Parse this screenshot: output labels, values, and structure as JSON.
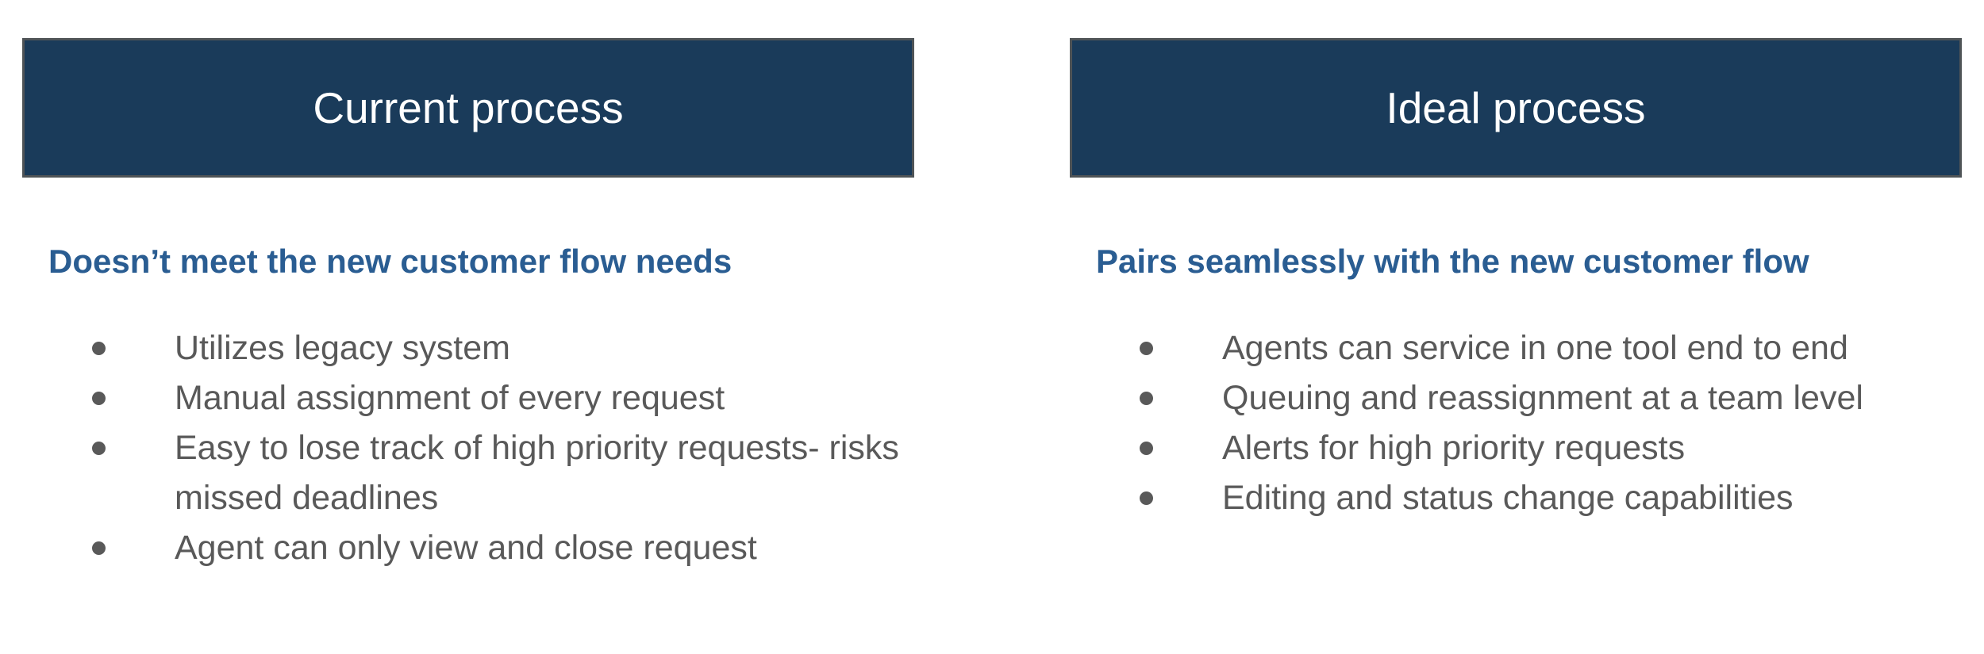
{
  "current": {
    "header": "Current process",
    "subtitle": "Doesn’t meet the new customer flow needs",
    "bullets": [
      "Utilizes legacy system",
      "Manual assignment of every request",
      "Easy to lose track of high priority requests- risks missed deadlines",
      "Agent can only view and close request"
    ]
  },
  "ideal": {
    "header": "Ideal process",
    "subtitle": "Pairs seamlessly with the new customer flow",
    "bullets": [
      "Agents can service in one tool end to end",
      "Queuing and reassignment at a team level",
      "Alerts for high priority requests",
      "Editing and status change capabilities"
    ]
  },
  "colors": {
    "header_bg": "#1a3b5a",
    "header_border": "#4f5457",
    "subtitle": "#2a5d92",
    "body_text": "#595959"
  }
}
